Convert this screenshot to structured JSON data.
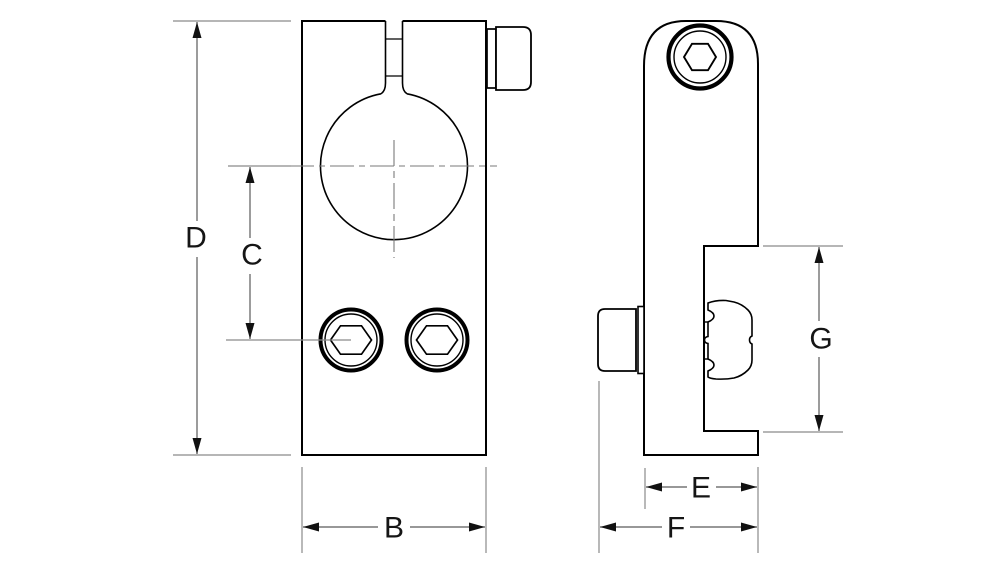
{
  "drawing": {
    "kind": "two-view technical drawing of a clamp mounting bracket",
    "labels": {
      "B": "B",
      "C": "C",
      "D": "D",
      "E": "E",
      "F": "F",
      "G": "G"
    },
    "dimension_sets": {
      "front_view": [
        "D",
        "C",
        "B"
      ],
      "side_view": [
        "G",
        "E",
        "F"
      ]
    },
    "colors": {
      "background": "#ffffff",
      "outline": "#000000",
      "dimension_line": "#5a5a5a",
      "extension_line": "#8a8a8a",
      "centerline": "#7a7a7a",
      "label_text": "#151515"
    }
  }
}
